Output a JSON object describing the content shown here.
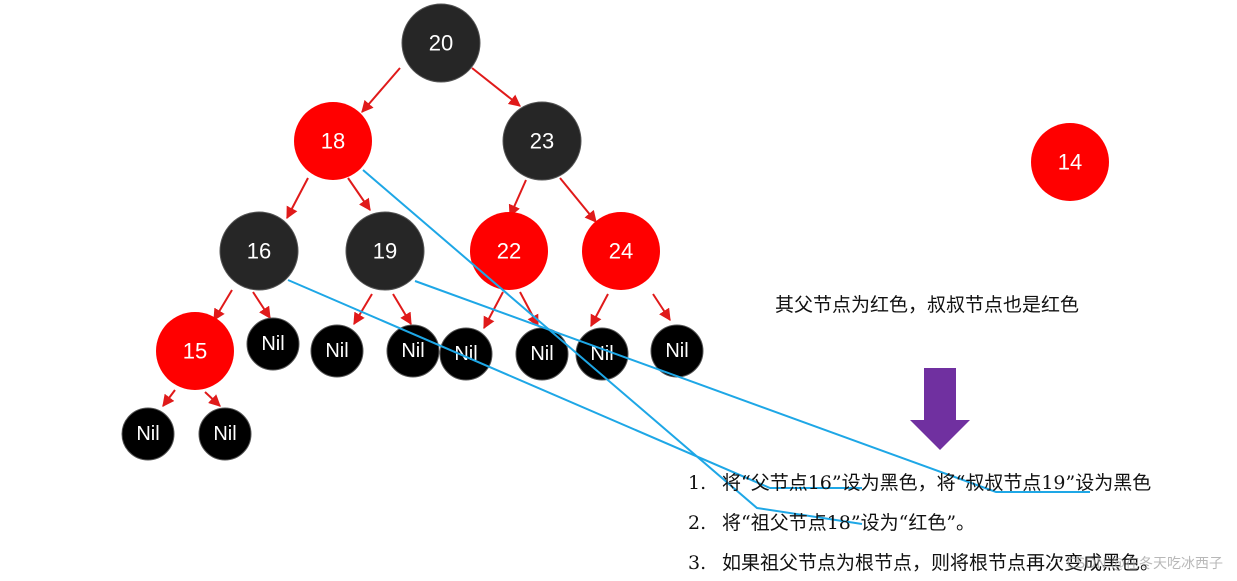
{
  "colors": {
    "black_node": "#262626",
    "nil_node": "#000000",
    "red_node": "#ff0000",
    "tree_edge": "#e01a1a",
    "annotation_line": "#1ea7e6",
    "down_arrow": "#7030a0"
  },
  "tree": {
    "nodes": [
      {
        "id": "n20",
        "label": "20",
        "color": "black"
      },
      {
        "id": "n18",
        "label": "18",
        "color": "red"
      },
      {
        "id": "n23",
        "label": "23",
        "color": "black"
      },
      {
        "id": "n16",
        "label": "16",
        "color": "black"
      },
      {
        "id": "n19",
        "label": "19",
        "color": "black"
      },
      {
        "id": "n22",
        "label": "22",
        "color": "red"
      },
      {
        "id": "n24",
        "label": "24",
        "color": "red"
      },
      {
        "id": "n15",
        "label": "15",
        "color": "red"
      },
      {
        "id": "nil1",
        "label": "Nil",
        "color": "nil"
      },
      {
        "id": "nil2",
        "label": "Nil",
        "color": "nil"
      },
      {
        "id": "nil3",
        "label": "Nil",
        "color": "nil"
      },
      {
        "id": "nil4",
        "label": "Nil",
        "color": "nil"
      },
      {
        "id": "nil5",
        "label": "Nil",
        "color": "nil"
      },
      {
        "id": "nil6",
        "label": "Nil",
        "color": "nil"
      },
      {
        "id": "nil7",
        "label": "Nil",
        "color": "nil"
      },
      {
        "id": "nil8",
        "label": "Nil",
        "color": "nil"
      },
      {
        "id": "nil9",
        "label": "Nil",
        "color": "nil"
      }
    ],
    "inserted_node": {
      "label": "14",
      "color": "red"
    }
  },
  "notes": {
    "condition": "其父节点为红色，叔叔节点也是红色",
    "steps": [
      {
        "num": "1.",
        "text": "将“父节点16”设为黑色，将“叔叔节点19”设为黑色"
      },
      {
        "num": "2.",
        "text": "将“祖父节点18”设为“红色”。"
      },
      {
        "num": "3.",
        "text": "如果祖父节点为根节点，则将根节点再次变成黑色。"
      }
    ]
  },
  "watermark": "CSDN @在冬天吃冰西子"
}
